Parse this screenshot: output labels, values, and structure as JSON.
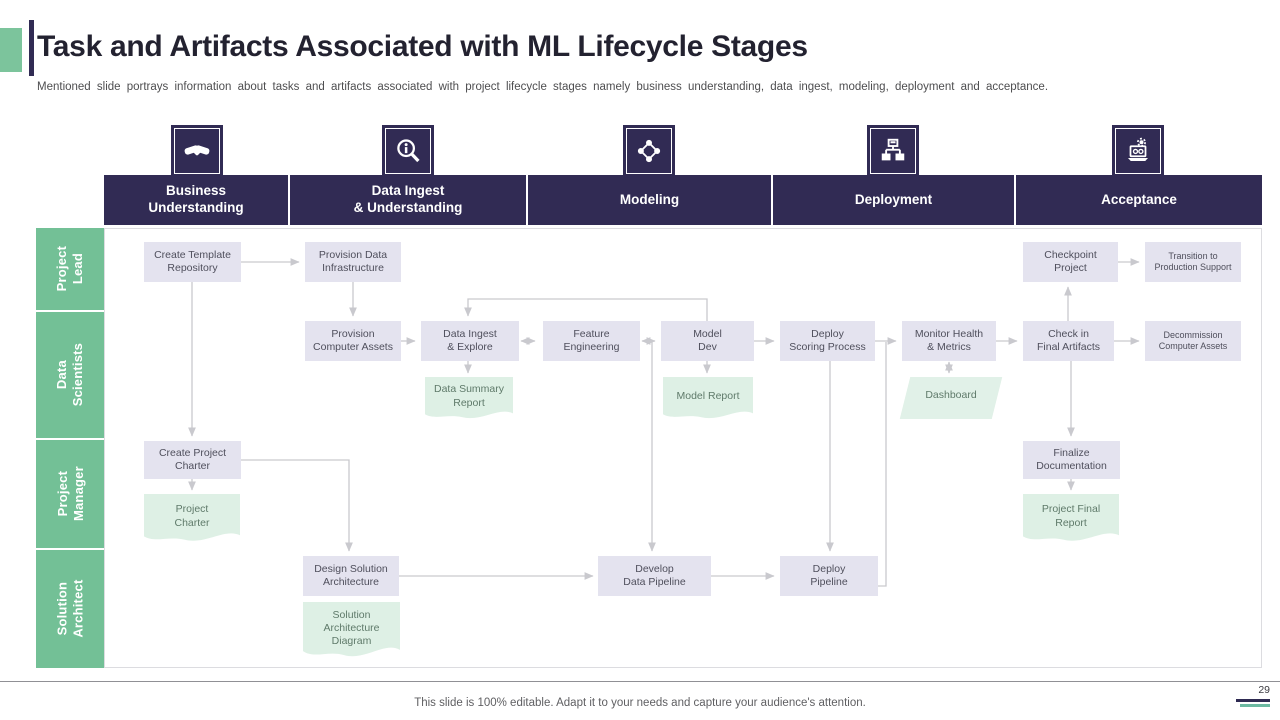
{
  "header": {
    "title": "Task and Artifacts Associated with ML Lifecycle Stages",
    "subtitle": "Mentioned slide portrays information about tasks and artifacts associated with project lifecycle stages namely business understanding, data ingest, modeling, deployment and acceptance."
  },
  "stages": [
    {
      "label": "Business\nUnderstanding",
      "icon": "handshake-icon"
    },
    {
      "label": "Data Ingest\n& Understanding",
      "icon": "search-info-icon"
    },
    {
      "label": "Modeling",
      "icon": "network-nodes-icon"
    },
    {
      "label": "Deployment",
      "icon": "hierarchy-icon"
    },
    {
      "label": "Acceptance",
      "icon": "laptop-gear-icon"
    }
  ],
  "roles": [
    {
      "label": "Project\nLead"
    },
    {
      "label": "Data\nScientists"
    },
    {
      "label": "Project\nManager"
    },
    {
      "label": "Solution\nArchitect"
    }
  ],
  "tasks": {
    "create_template_repository": "Create Template\nRepository",
    "provision_data_infrastructure": "Provision Data\nInfrastructure",
    "checkpoint_project": "Checkpoint\nProject",
    "transition_to_production_support": "Transition to\nProduction Support",
    "provision_computer_assets": "Provision\nComputer Assets",
    "data_ingest_explore": "Data Ingest\n& Explore",
    "feature_engineering": "Feature\nEngineering",
    "model_dev": "Model\nDev",
    "deploy_scoring_process": "Deploy\nScoring Process",
    "monitor_health_metrics": "Monitor Health\n& Metrics",
    "check_in_final_artifacts": "Check in\nFinal Artifacts",
    "decommission_computer_assets": "Decommission\nComputer  Assets",
    "create_project_charter": "Create Project\nCharter",
    "finalize_documentation": "Finalize\nDocumentation",
    "design_solution_architecture": "Design Solution\nArchitecture",
    "develop_data_pipeline": "Develop\nData Pipeline",
    "deploy_pipeline": "Deploy\nPipeline"
  },
  "artifacts": {
    "data_summary_report": "Data Summary\nReport",
    "model_report": "Model Report",
    "dashboard": "Dashboard",
    "project_charter": "Project\nCharter",
    "project_final_report": "Project Final\nReport",
    "solution_architecture_diagram": "Solution\nArchitecture\nDiagram"
  },
  "footer": {
    "note": "This slide is 100% editable. Adapt it to your needs and capture your audience's attention.",
    "page_number": "29"
  },
  "colors": {
    "navy": "#312b54",
    "role_green": "#73c096",
    "accent_green": "#7cc49c",
    "task_fill": "#e4e3ef",
    "artifact_fill": "#def0e5",
    "arrow_gray": "#c9c9ce"
  }
}
